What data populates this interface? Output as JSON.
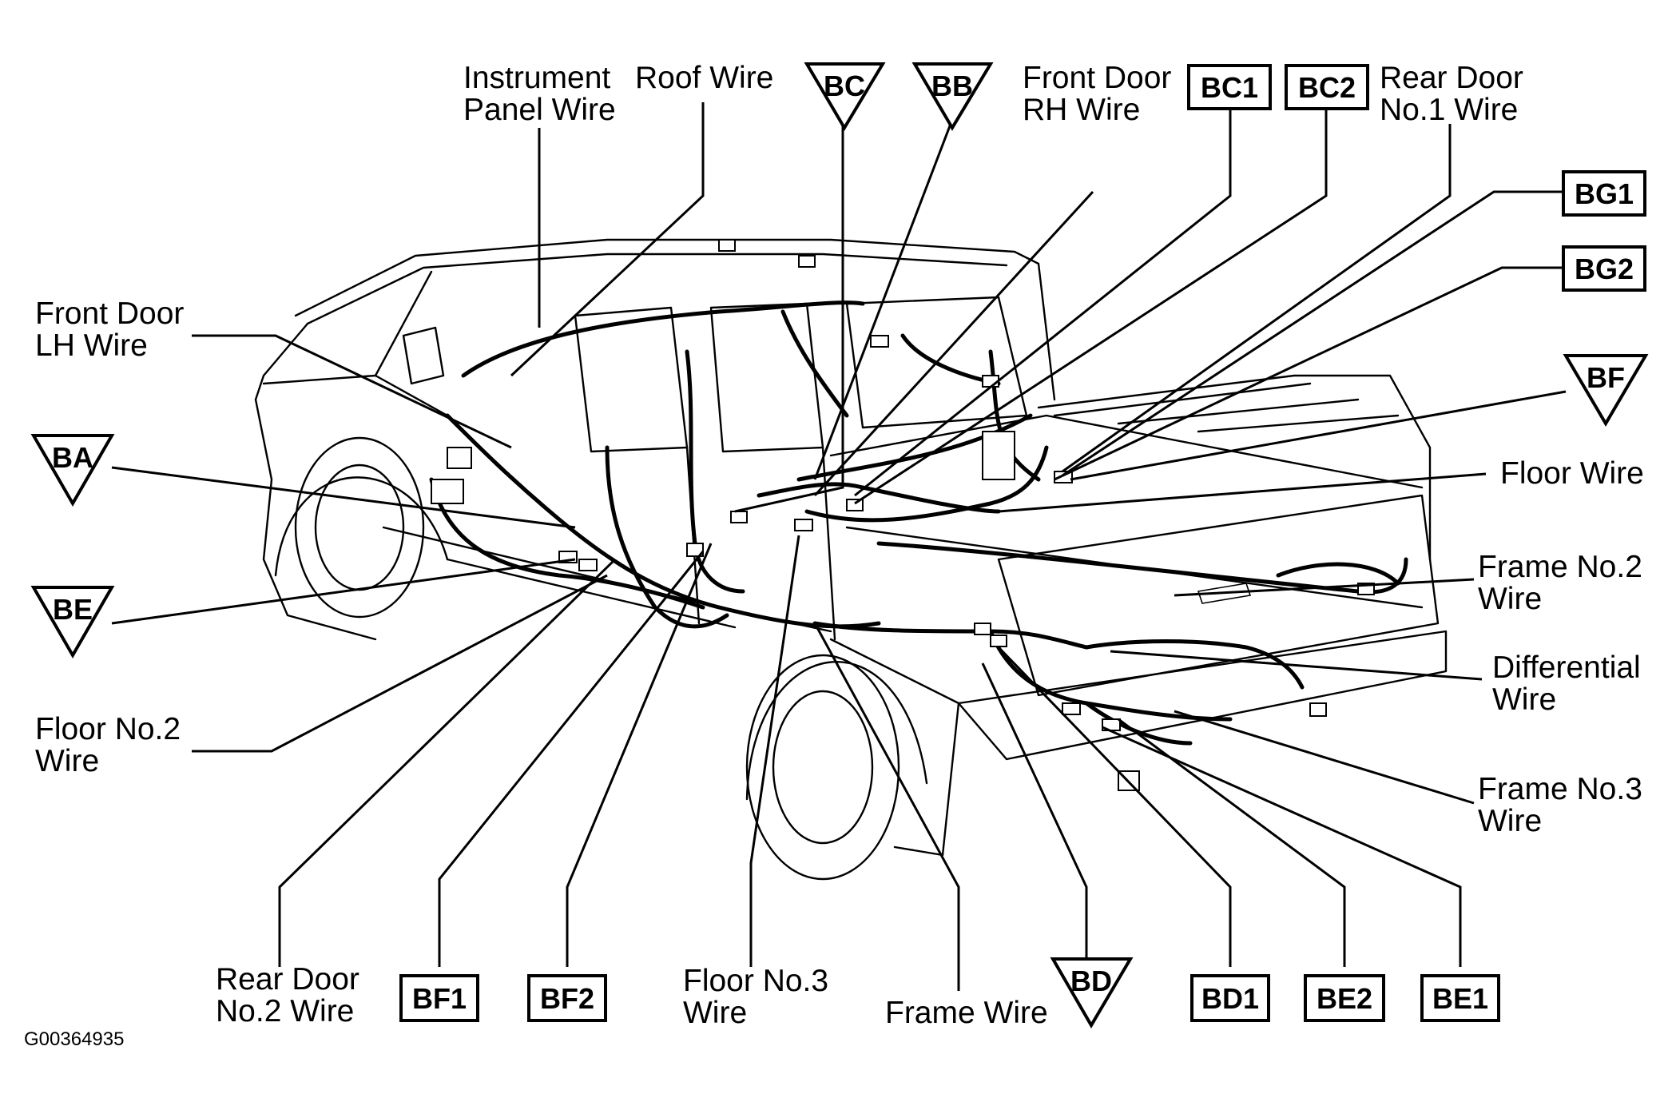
{
  "labels": {
    "instrument_panel_wire": [
      "Instrument",
      "Panel Wire"
    ],
    "roof_wire": "Roof Wire",
    "front_door_rh_wire": [
      "Front Door",
      "RH Wire"
    ],
    "rear_door_no1_wire": [
      "Rear Door",
      "No.1 Wire"
    ],
    "front_door_lh_wire": [
      "Front Door",
      "LH Wire"
    ],
    "floor_wire": "Floor Wire",
    "frame_no2_wire": [
      "Frame No.2",
      "Wire"
    ],
    "differential_wire": [
      "Differential",
      "Wire"
    ],
    "frame_no3_wire": [
      "Frame No.3",
      "Wire"
    ],
    "floor_no2_wire": [
      "Floor No.2",
      "Wire"
    ],
    "rear_door_no2_wire": [
      "Rear Door",
      "No.2 Wire"
    ],
    "floor_no3_wire": [
      "Floor No.3",
      "Wire"
    ],
    "frame_wire": "Frame Wire"
  },
  "triangle_tags": {
    "bc": "BC",
    "bb": "BB",
    "bf": "BF",
    "ba": "BA",
    "be": "BE",
    "bd": "BD"
  },
  "box_tags": {
    "bc1": "BC1",
    "bc2": "BC2",
    "bg1": "BG1",
    "bg2": "BG2",
    "bf1": "BF1",
    "bf2": "BF2",
    "bd1": "BD1",
    "be2": "BE2",
    "be1": "BE1"
  },
  "figure_code": "G00364935"
}
